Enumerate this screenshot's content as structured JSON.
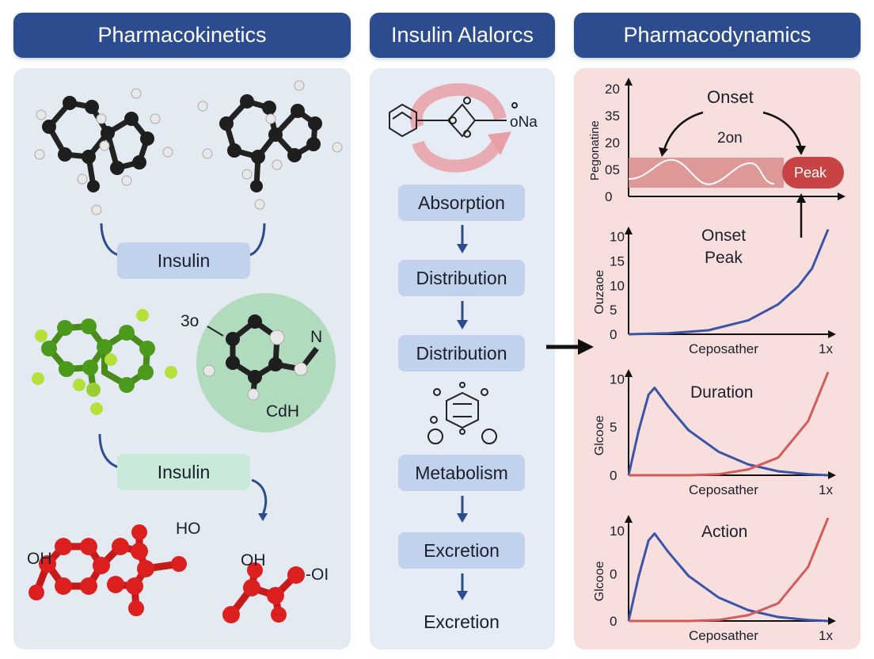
{
  "headers": {
    "left": "Pharmacokinetics",
    "middle": "Insulin Alalorcs",
    "right": "Pharmacodynamics"
  },
  "left_panel": {
    "insulin_label_top": "Insulin",
    "insulin_label_bottom": "Insulin",
    "chem_labels": {
      "three_o": "3o",
      "n": "N",
      "cdh": "CdH",
      "ho": "HO",
      "oh_left": "OH",
      "oh_right": "OH",
      "o_i": "-OI"
    }
  },
  "middle_panel": {
    "na_label": "oNa",
    "steps": [
      "Absorption",
      "Distribution",
      "Distribution",
      "Metabolism",
      "Excretion",
      "Excretion"
    ]
  },
  "colors": {
    "header": "#2b4c8f",
    "left_panel": "#e4eaf2",
    "middle_panel": "#e6ecf5",
    "right_panel": "#f9dede",
    "pill_blue": "#c3d2ec",
    "pill_green": "#c9ead8",
    "curve_blue": "#3a55a6",
    "curve_red": "#d25b5b",
    "peak_badge": "#c84444",
    "band": "#d98c8c"
  },
  "chart_data": [
    {
      "type": "line",
      "title": "Onset",
      "subtitle": "2on",
      "ylabel": "Pegonatine",
      "y_tick_labels": [
        "20",
        "35",
        "20",
        "05",
        "0"
      ],
      "series": [
        {
          "values": [
            0.5,
            0.3,
            0.55,
            0.3,
            0.65,
            0.45,
            0.55
          ]
        }
      ],
      "annotation": "Peak"
    },
    {
      "type": "line",
      "title": "Onset",
      "title_line2": "Peak",
      "xlabel": "Ceposather",
      "x_end_label": "1x",
      "ylabel": "Ouzaoe",
      "ylim": [
        0,
        10
      ],
      "y_ticks": [
        0,
        5,
        10,
        15,
        10
      ],
      "x": [
        0,
        0.2,
        0.4,
        0.6,
        0.75,
        0.85,
        0.92,
        1.0
      ],
      "series": [
        {
          "values": [
            0,
            0.1,
            0.4,
            1.4,
            3.0,
            4.8,
            6.6,
            10.5
          ]
        }
      ]
    },
    {
      "type": "line",
      "title": "Duration",
      "xlabel": "Ceposather",
      "x_end_label": "1x",
      "ylabel": "Glcooe",
      "ylim": [
        0,
        10
      ],
      "y_ticks": [
        0,
        5,
        10
      ],
      "x": [
        0,
        0.05,
        0.1,
        0.13,
        0.2,
        0.3,
        0.45,
        0.6,
        0.75,
        0.9,
        1.0
      ],
      "series": [
        {
          "values": [
            0,
            4.5,
            8.2,
            8.9,
            7.0,
            4.6,
            2.4,
            1.1,
            0.4,
            0.1,
            0
          ]
        },
        {
          "values": [
            0,
            0,
            0,
            0,
            0,
            0,
            0.1,
            0.6,
            1.8,
            5.5,
            10.5
          ]
        }
      ]
    },
    {
      "type": "line",
      "title": "Action",
      "xlabel": "Ceposather",
      "x_end_label": "1x",
      "ylabel": "Glcooe",
      "y_tick_labels": [
        "10",
        "0",
        "0"
      ],
      "ylim": [
        0,
        10
      ],
      "x": [
        0,
        0.05,
        0.1,
        0.13,
        0.2,
        0.3,
        0.45,
        0.6,
        0.75,
        0.9,
        1.0
      ],
      "series": [
        {
          "values": [
            0,
            4.5,
            8.2,
            8.9,
            7.0,
            4.6,
            2.4,
            1.1,
            0.4,
            0.1,
            0
          ]
        },
        {
          "values": [
            0,
            0,
            0,
            0,
            0,
            0,
            0.1,
            0.6,
            1.8,
            5.5,
            10.5
          ]
        }
      ]
    }
  ]
}
